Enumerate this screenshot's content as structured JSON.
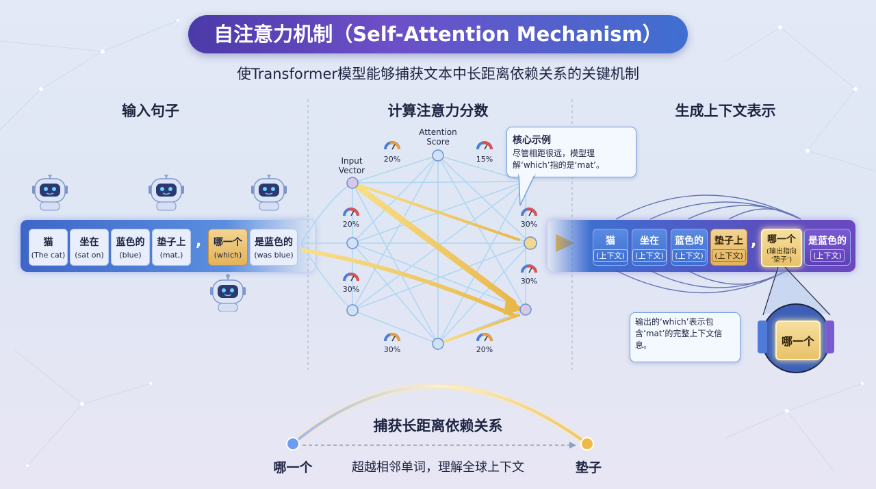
{
  "title": "自注意力机制（Self-Attention Mechanism）",
  "subtitle": "使Transformer模型能够捕获文本中长距离依赖关系的关键机制",
  "sections": {
    "input": "输入句子",
    "compute": "计算注意力分数",
    "output": "生成上下文表示"
  },
  "input_tokens": [
    {
      "word": "猫",
      "en": "(The cat)"
    },
    {
      "word": "坐在",
      "en": "(sat on)"
    },
    {
      "word": "蓝色的",
      "en": "(blue)"
    },
    {
      "word": "垫子上",
      "en": "(mat,)"
    },
    {
      "word": "哪一个",
      "en": "(which)"
    },
    {
      "word": "是蓝色的",
      "en": "(was blue)"
    }
  ],
  "comma": ",",
  "network": {
    "input_label": "Input\nVector",
    "attention_label": "Attention\nScore",
    "percentages": [
      "20%",
      "15%",
      "20%",
      "30%",
      "30%",
      "30%",
      "30%",
      "20%"
    ]
  },
  "callout_example": {
    "title": "核心示例",
    "body": "尽管相距很远，模型理解‘which’指的是‘mat’。"
  },
  "output_tokens": [
    {
      "word": "猫",
      "tag": "(上下文)"
    },
    {
      "word": "坐在",
      "tag": "(上下文)"
    },
    {
      "word": "蓝色的",
      "tag": "(上下文)"
    },
    {
      "word": "垫子上",
      "tag": "(上下文)"
    },
    {
      "word": "哪一个",
      "tag": "(输出指向\n‘垫子’)"
    },
    {
      "word": "是蓝色的",
      "tag": "(上下文)"
    }
  ],
  "callout_output": "输出的‘which’表示包含‘mat’的完整上下文信息。",
  "zoom_token": "哪一个",
  "bottom": {
    "title": "捕获长距离依赖关系",
    "left": "哪一个",
    "middle": "超越相邻单词，理解全球上下文",
    "right": "垫子"
  },
  "colors": {
    "accent_blue": "#3e6ed0",
    "accent_purple": "#6d4fc8",
    "gold": "#e9b64a",
    "text": "#1e2440"
  }
}
